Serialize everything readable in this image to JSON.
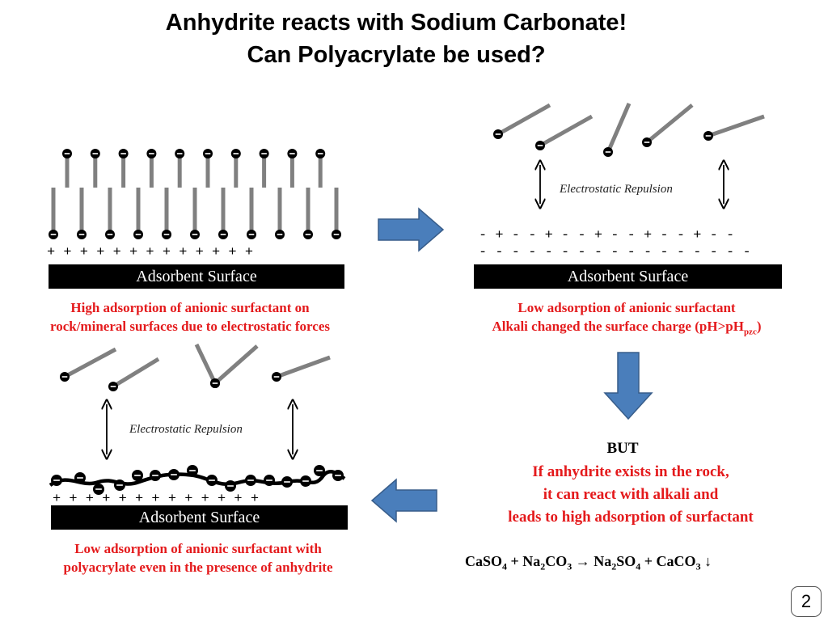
{
  "title": {
    "line1": "Anhydrite reacts with Sodium Carbonate!",
    "line2": "Can Polyacrylate be used?"
  },
  "panel_top_left": {
    "surface_label": "Adsorbent Surface",
    "charges": "+ + + + + + + + + + + + +",
    "caption_line1": "High adsorption of anionic surfactant on",
    "caption_line2": "rock/mineral surfaces due to electrostatic forces"
  },
  "panel_top_right": {
    "repulsion_label": "Electrostatic Repulsion",
    "charges_row1": "- + - - + - - + - - + - - + - -",
    "charges_row2": "- - - - - - - - - - - - - - - - -",
    "surface_label": "Adsorbent Surface",
    "caption_line1": "Low adsorption of anionic surfactant",
    "caption_line2_prefix": "Alkali changed the surface charge (pH>pH",
    "caption_line2_sub": "pzc",
    "caption_line2_suffix": ")"
  },
  "panel_bottom_right": {
    "but_label": "BUT",
    "line1": "If anhydrite exists in the rock,",
    "line2": "it can react with alkali and",
    "line3": "leads to high adsorption of surfactant",
    "equation": {
      "t1": "CaSO",
      "s1": "4",
      "t2": " + Na",
      "s2": "2",
      "t3": "CO",
      "s3": "3",
      "t4": " → Na",
      "s4": "2",
      "t5": "SO",
      "s5": "4",
      "t6": " + CaCO",
      "s6": "3",
      "t7": " ↓"
    }
  },
  "panel_bottom_left": {
    "repulsion_label": "Electrostatic Repulsion",
    "charges": "+ + + + + + + + + + + + +",
    "surface_label": "Adsorbent Surface",
    "caption_line1": "Low adsorption of anionic surfactant with",
    "caption_line2": "polyacrylate even in the presence of anhydrite"
  },
  "page_number": "2",
  "colors": {
    "caption_red": "#e41a1c",
    "arrow_blue": "#4a7ebb",
    "arrow_outline": "#385d8a",
    "surfactant_tail": "#808080"
  },
  "icons": {
    "arrow_right": "block-arrow-right-icon",
    "arrow_down": "block-arrow-down-icon",
    "arrow_left": "block-arrow-left-icon",
    "double_arrow": "double-headed-arrow-icon"
  }
}
